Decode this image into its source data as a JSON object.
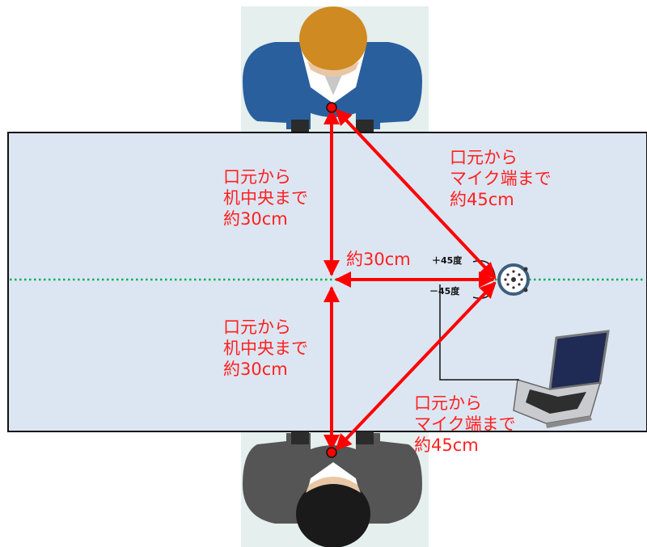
{
  "labels": {
    "top_center": [
      "口元から",
      "机中央まで",
      "約30cm"
    ],
    "bottom_center": [
      "口元から",
      "机中央まで",
      "約30cm"
    ],
    "horizontal": "約30cm",
    "top_mic": [
      "口元から",
      "マイク端まで",
      "約45cm"
    ],
    "bottom_mic": [
      "口元から",
      "マイク端まで",
      "約45cm"
    ],
    "angle_plus": "＋45度",
    "angle_minus": "－45度"
  },
  "colors": {
    "table": "#dce6f2",
    "table_border": "#111111",
    "person_backdrop": "#e4efee",
    "arrow": "#ff0000",
    "centerline": "#00b050",
    "suit_top": "#2a5f9e",
    "hair_top": "#d08a22",
    "suit_bottom": "#555555",
    "hair_bottom": "#1a1a1a",
    "mic_ring": "#3d5f7d"
  },
  "icons": [
    "person-top-icon",
    "person-bottom-icon",
    "microphone-icon",
    "laptop-icon"
  ]
}
